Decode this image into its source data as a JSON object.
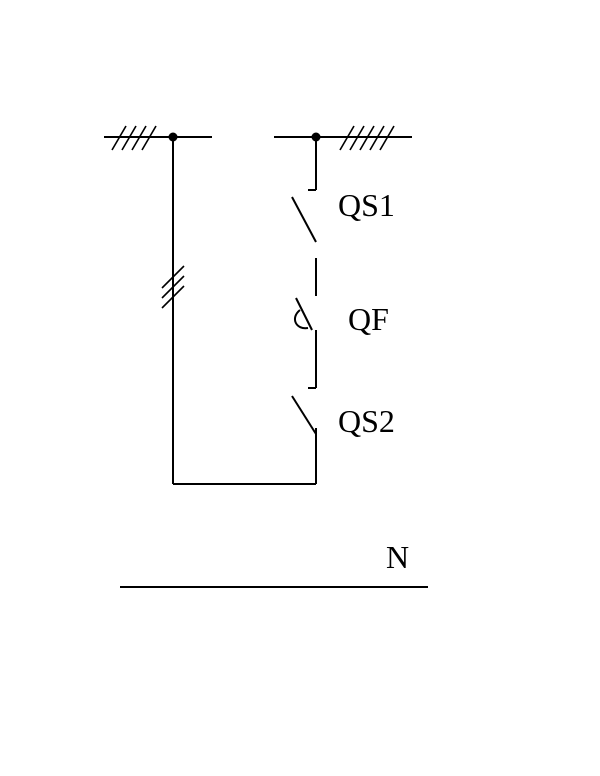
{
  "diagram": {
    "labels": {
      "qs1": "QS1",
      "qf": "QF",
      "qs2": "QS2",
      "neutral": "N"
    },
    "colors": {
      "line": "#000000",
      "background": "#ffffff"
    }
  }
}
